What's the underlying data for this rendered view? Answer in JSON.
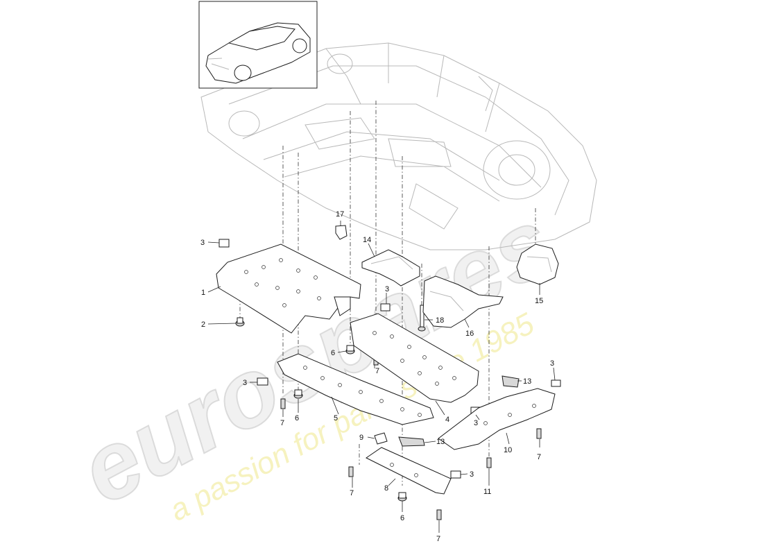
{
  "diagram": {
    "watermark": {
      "brand": "eurospares",
      "tagline": "a passion for parts since 1985"
    },
    "callouts": {
      "c1": "1",
      "c2": "2",
      "c3a": "3",
      "c3b": "3",
      "c3c": "3",
      "c3d": "3",
      "c3e": "3",
      "c3f": "3",
      "c4": "4",
      "c5": "5",
      "c6a": "6",
      "c6b": "6",
      "c6c": "6",
      "c7a": "7",
      "c7b": "7",
      "c7c": "7",
      "c7d": "7",
      "c7e": "7",
      "c8": "8",
      "c9": "9",
      "c10": "10",
      "c11": "11",
      "c13a": "13",
      "c13b": "13",
      "c14": "14",
      "c15": "15",
      "c16": "16",
      "c17": "17",
      "c18": "18"
    }
  }
}
